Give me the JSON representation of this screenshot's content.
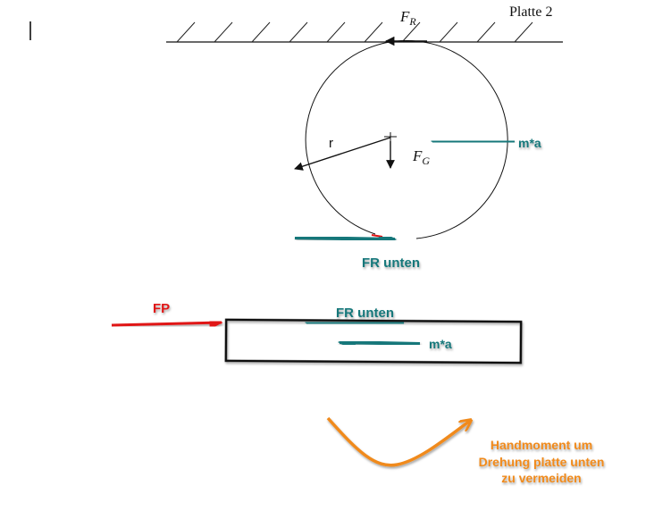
{
  "colors": {
    "teal": "#13777a",
    "red": "#e01515",
    "orange": "#f08a1b",
    "black": "#111111"
  },
  "labels": {
    "platte2": "Platte 2",
    "fr_symbol": "F",
    "fr_sub": "R",
    "fg_symbol": "F",
    "fg_sub": "G",
    "radius": "r",
    "ma_upper": "m*a",
    "fr_unten_upper": "FR unten",
    "fp": "FP",
    "fr_unten_lower": "FR unten",
    "ma_lower": "m*a",
    "handmoment_line1": "Handmoment um",
    "handmoment_line2": "Drehung platte unten",
    "handmoment_line3": "zu vermeiden"
  }
}
